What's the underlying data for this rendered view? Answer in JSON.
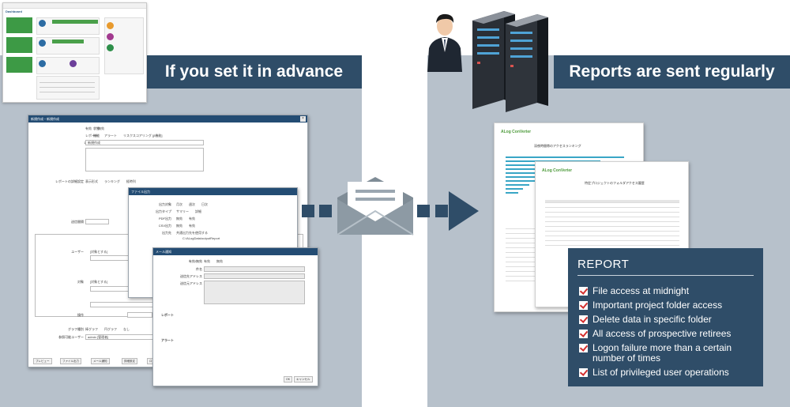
{
  "left_panel": {
    "header": "If you set it in advance",
    "dashboard": {
      "title": "Dashboard"
    },
    "dialog": {
      "title": "新規作成・新規作成",
      "rows": [
        {
          "label": "状態",
          "value": "有効　　無効"
        },
        {
          "label": "機能",
          "value": "レポート　　アラート　　リスクスコアリング [β機能]"
        },
        {
          "label": "レポート名",
          "value": "新規作成"
        },
        {
          "label": "概要説明",
          "value": ""
        },
        {
          "label": "レポートの詳細設定",
          "value": "表示形式　　ランキング　　経時列"
        },
        {
          "label": "送信間隔",
          "value": ""
        },
        {
          "label": "ユーザー",
          "value": "[対象とする]"
        },
        {
          "label": "対象",
          "value": "[対象とする]"
        },
        {
          "label": "操作",
          "value": ""
        },
        {
          "label": "グラフ種別",
          "value": "棒グラフ　　円グラフ　　なし"
        },
        {
          "label": "参照可能ユーザー",
          "value": "admin [管理者]"
        }
      ],
      "footer_buttons": [
        "プレビュー",
        "ファイル出力",
        "メール通知",
        "詳細設定",
        "ロード"
      ]
    },
    "file_dialog": {
      "title": "ファイル出力",
      "rows": [
        {
          "label": "出力対象",
          "value": "月次　　週次　　日次"
        },
        {
          "label": "出力タイプ",
          "value": "サマリー　　詳細"
        },
        {
          "label": "PDF出力",
          "value": "無効　　有効"
        },
        {
          "label": "CSV出力",
          "value": "無効　　有効"
        },
        {
          "label": "出力先",
          "value": "共通出力先を使用する"
        }
      ],
      "path": "C:\\ALogData\\outputReport"
    },
    "mail_dialog": {
      "title": "メール通知",
      "rows": [
        {
          "label": "有効/無効",
          "value": "有効　　無効"
        },
        {
          "label": "件名",
          "value": ""
        },
        {
          "label": "送信先アドレス",
          "value": ""
        },
        {
          "label": "送信元アドレス",
          "value": ""
        }
      ],
      "section_report": "レポート",
      "section_alert": "アラート",
      "buttons": [
        "OK",
        "キャンセル"
      ]
    }
  },
  "right_panel": {
    "header": "Reports are sent regularly",
    "report_pages": [
      {
        "brand": "ALog ConVerter",
        "title": "深夜時間帯のアクセスランキング"
      },
      {
        "brand": "ALog ConVerter",
        "title": "特定プロジェクトのフォルダアクセス履歴"
      }
    ],
    "report_box": {
      "title": "REPORT",
      "items": [
        "File access at midnight",
        "Important project folder access",
        "Delete data in specific folder",
        "All access of prospective retirees",
        "Logon failure more than a certain number of times",
        "List of privileged user operations"
      ]
    }
  },
  "colors": {
    "panel_bg": "#b7c1cb",
    "header_bg": "#2f4d68",
    "check_red": "#d32f2f",
    "dashboard_green": "#3d9a45",
    "dialog_title": "#234c73"
  }
}
